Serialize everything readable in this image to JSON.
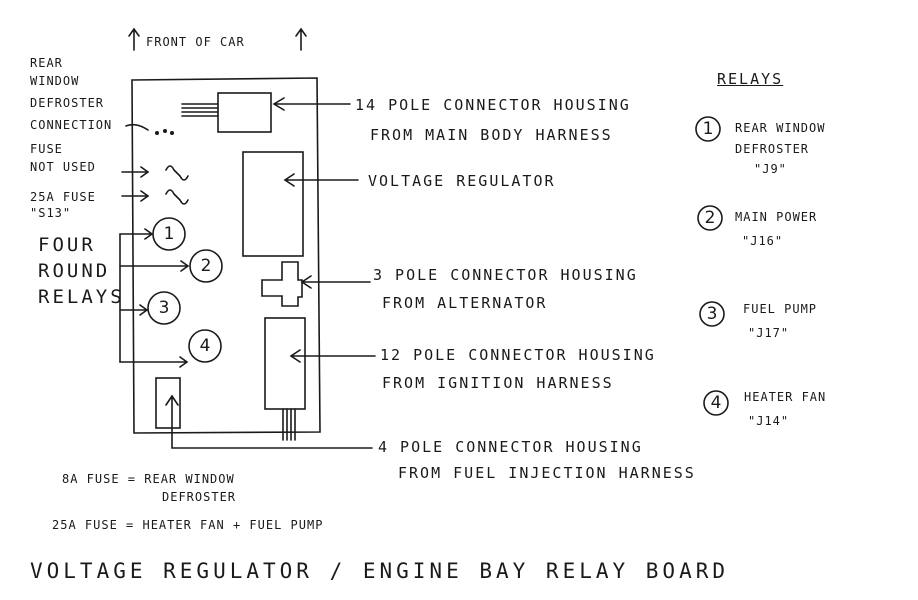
{
  "header": {
    "front": "FRONT OF CAR"
  },
  "left_labels": {
    "rear_defroster_connection": [
      "REAR",
      "WINDOW",
      "DEFROSTER",
      "CONNECTION"
    ],
    "fuse_not_used": [
      "FUSE",
      "NOT USED"
    ],
    "fuse_25a": [
      "25A FUSE",
      "\"S13\""
    ],
    "four_round_relays": [
      "FOUR",
      "ROUND",
      "RELAYS"
    ]
  },
  "right_labels": {
    "connector_14": [
      "14 POLE CONNECTOR HOUSING",
      "FROM MAIN BODY HARNESS"
    ],
    "voltage_regulator": "VOLTAGE REGULATOR",
    "connector_3": [
      "3 POLE CONNECTOR HOUSING",
      "FROM ALTERNATOR"
    ],
    "connector_12": [
      "12 POLE CONNECTOR HOUSING",
      "FROM IGNITION HARNESS"
    ],
    "connector_4": [
      "4 POLE CONNECTOR HOUSING",
      "FROM FUEL INJECTION HARNESS"
    ]
  },
  "relay_numbers": [
    "1",
    "2",
    "3",
    "4"
  ],
  "relays_legend": {
    "heading": "RELAYS",
    "items": [
      {
        "num": "1",
        "lines": [
          "REAR WINDOW",
          "DEFROSTER",
          "\"J9\""
        ]
      },
      {
        "num": "2",
        "lines": [
          "MAIN POWER",
          "\"J16\""
        ]
      },
      {
        "num": "3",
        "lines": [
          "FUEL PUMP",
          "\"J17\""
        ]
      },
      {
        "num": "4",
        "lines": [
          "HEATER FAN",
          "\"J14\""
        ]
      }
    ]
  },
  "notes": {
    "fuse_8a": [
      "8A FUSE = REAR WINDOW",
      "DEFROSTER"
    ],
    "fuse_25a": "25A FUSE = HEATER FAN + FUEL PUMP"
  },
  "title": "VOLTAGE REGULATOR / ENGINE BAY RELAY BOARD"
}
